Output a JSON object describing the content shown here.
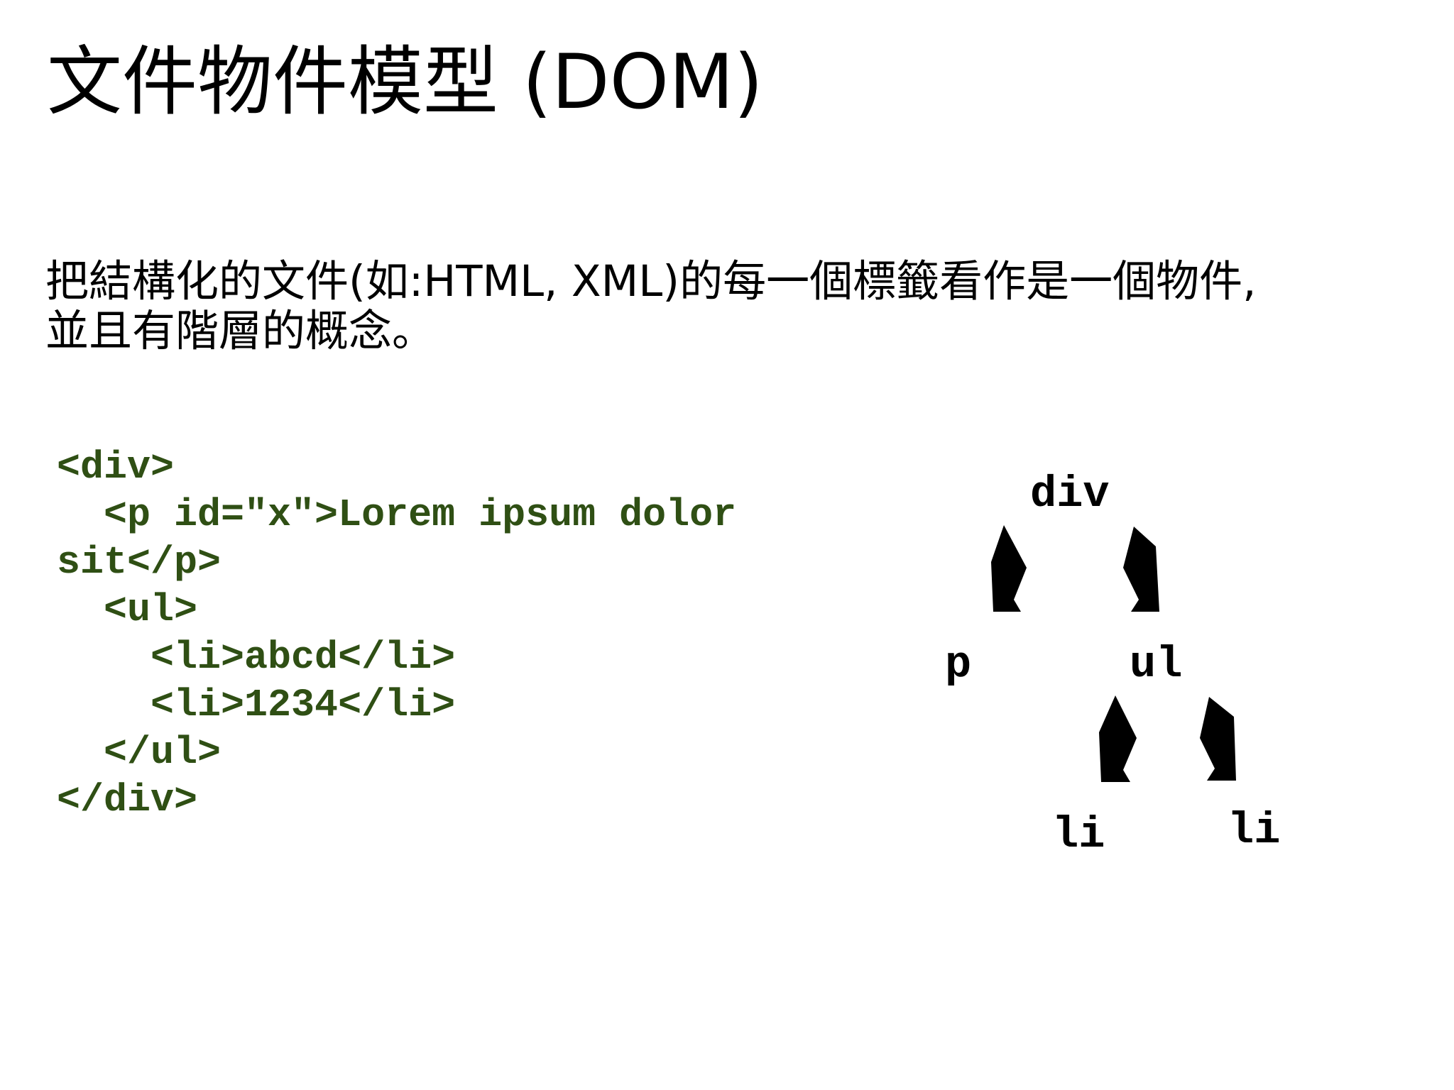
{
  "slide": {
    "title": "文件物件模型 (DOM)",
    "description_lines": [
      "把結構化的文件(如:HTML, XML)的每一個標籤看作是一個物件,",
      "並且有階層的概念。"
    ]
  },
  "code_sample": {
    "lines": [
      "<div>",
      "  <p id=\"x\">Lorem ipsum dolor",
      "sit</p>",
      "  <ul>",
      "    <li>abcd</li>",
      "    <li>1234</li>",
      "  </ul>",
      "</div>"
    ],
    "color": "#2f4f14"
  },
  "tree": {
    "nodes": {
      "div": "div",
      "p": "p",
      "ul": "ul",
      "li_first": "li",
      "li_second": "li"
    },
    "edges": [
      [
        "div",
        "p"
      ],
      [
        "div",
        "ul"
      ],
      [
        "ul",
        "li_first"
      ],
      [
        "ul",
        "li_second"
      ]
    ]
  }
}
